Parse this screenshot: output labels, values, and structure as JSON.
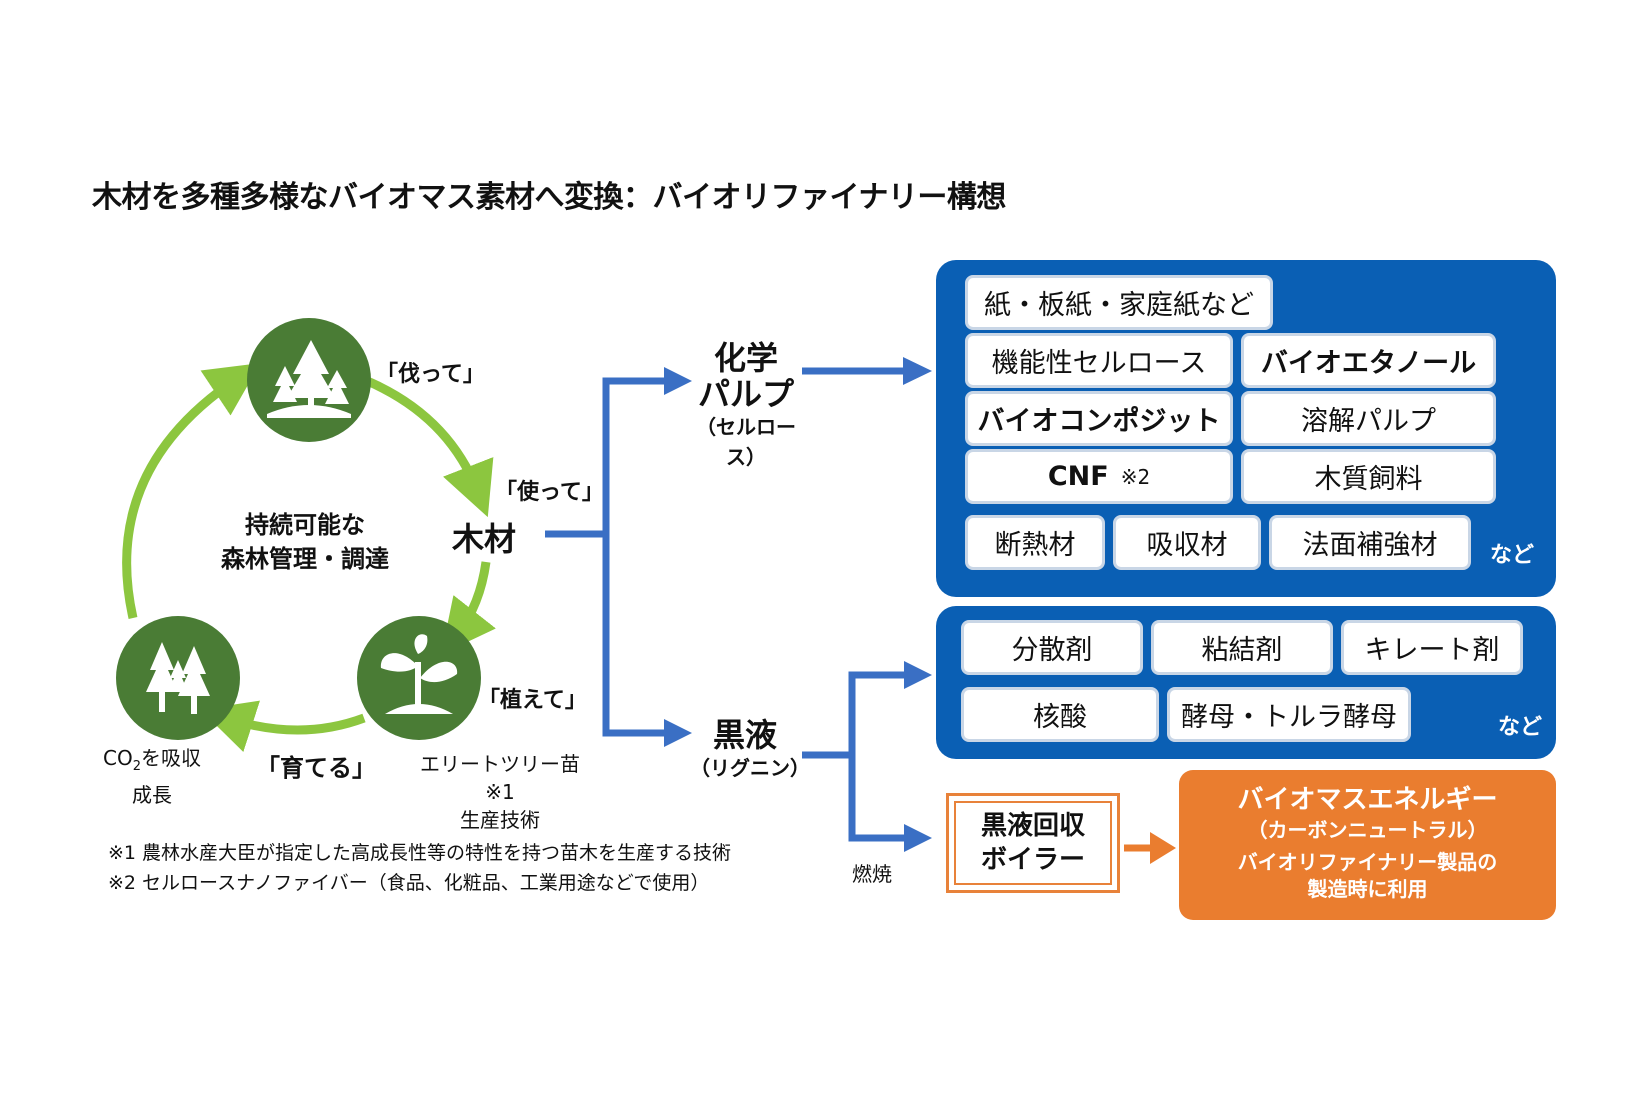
{
  "title": "木材を多種多様なバイオマス素材へ変換：バイオリファイナリー構想",
  "cycle": {
    "center_line1": "持続可能な",
    "center_line2": "森林管理・調達",
    "cut": "「伐って」",
    "use": "「使って」",
    "wood": "木材",
    "plant": "「植えて」",
    "grow": "「育てる」",
    "co2_prefix": "CO",
    "co2_sub": "2",
    "co2_suffix": "を吸収",
    "co2_line2": "成長",
    "elite_line1": "エリートツリー苗※1",
    "elite_line2": "生産技術"
  },
  "icons": {
    "forest": "forest-icon",
    "sprout": "sprout-icon",
    "young_trees": "young-trees-icon"
  },
  "notes": {
    "note1": "※1 農林水産大臣が指定した高成長性等の特性を持つ苗木を生産する技術",
    "note2": "※2 セルロースナノファイバー（食品、化粧品、工業用途などで使用）"
  },
  "pulp": {
    "line1": "化学",
    "line2": "パルプ",
    "sub": "（セルロース）"
  },
  "black_liquor": {
    "main": "黒液",
    "sub": "（リグニン）",
    "burn": "燃焼"
  },
  "cellulose_products": {
    "items": [
      "紙・板紙・家庭紙など",
      "機能性セルロース",
      "バイオエタノール",
      "バイオコンポジット",
      "溶解パルプ",
      "CNF",
      "木質飼料",
      "断熱材",
      "吸収材",
      "法面補強材"
    ],
    "cnf_note": "※2",
    "etc": "など"
  },
  "lignin_products": {
    "items": [
      "分散剤",
      "粘結剤",
      "キレート剤",
      "核酸",
      "酵母・トルラ酵母"
    ],
    "etc": "など"
  },
  "boiler": {
    "line1": "黒液回収",
    "line2": "ボイラー"
  },
  "energy": {
    "title": "バイオマスエネルギー",
    "sub": "（カーボンニュートラル）",
    "desc1": "バイオリファイナリー製品の",
    "desc2": "製造時に利用"
  },
  "colors": {
    "green_dark": "#4a7c35",
    "green_light": "#8cc63f",
    "blue_panel": "#0a5fb4",
    "blue_arrow": "#3a6fc4",
    "orange": "#ea7d2f"
  }
}
